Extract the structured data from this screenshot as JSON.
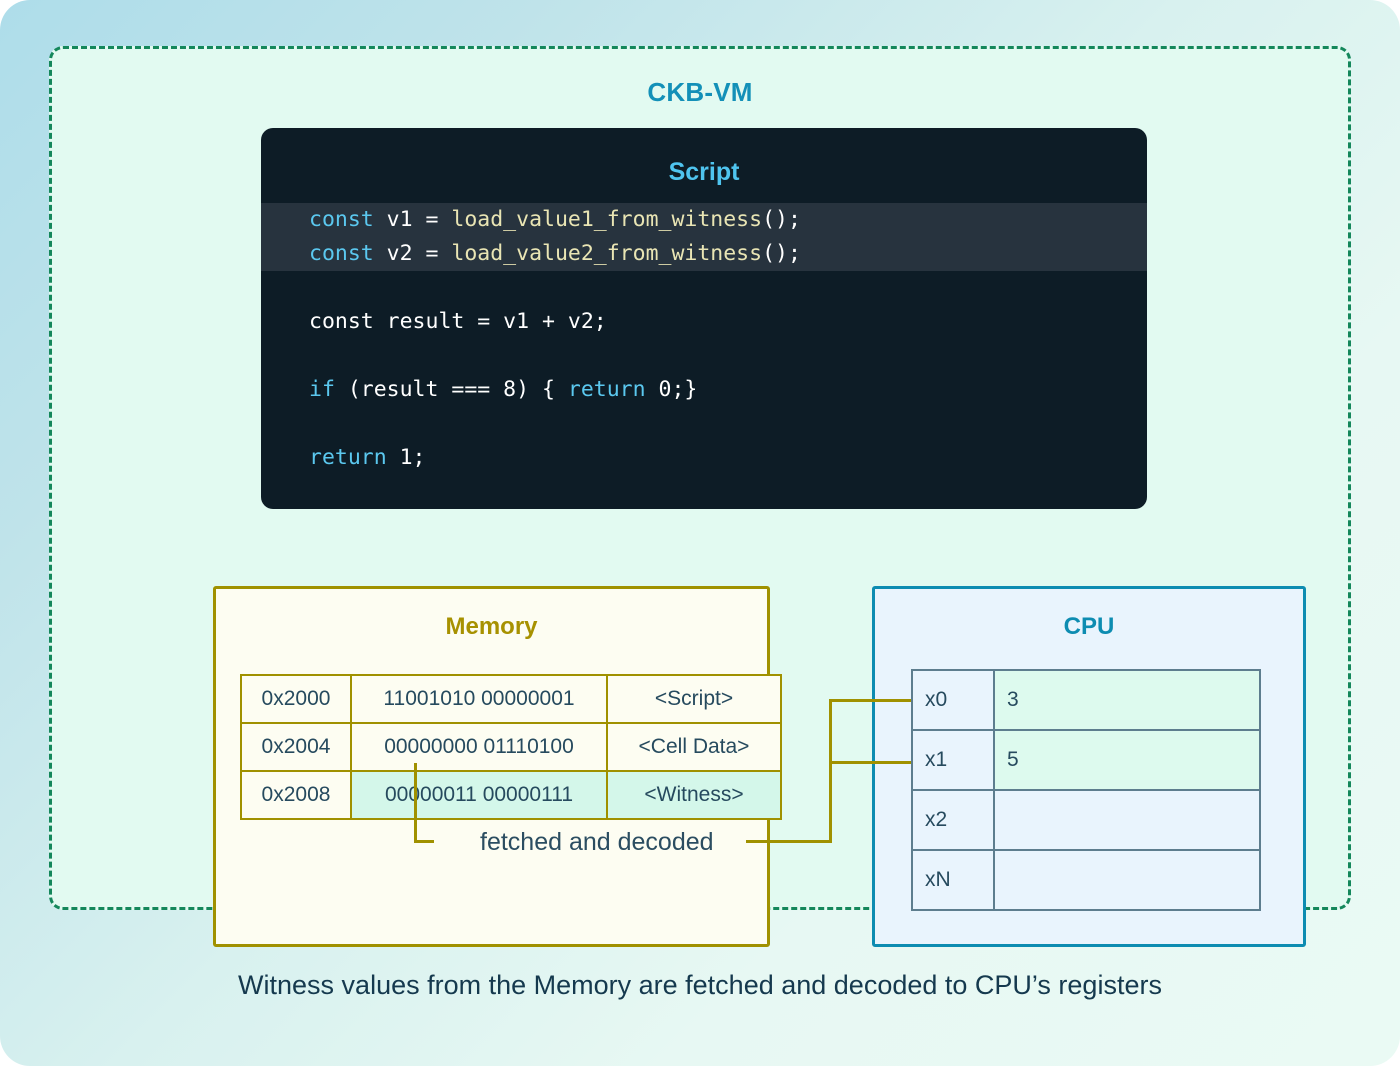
{
  "vm": {
    "title": "CKB-VM"
  },
  "script": {
    "title": "Script",
    "lines": [
      {
        "highlight": true,
        "tokens": [
          {
            "t": "const ",
            "c": "kw"
          },
          {
            "t": "v1 = ",
            "c": "plain"
          },
          {
            "t": "load_value1_from_witness",
            "c": "fn"
          },
          {
            "t": "();",
            "c": "plain"
          }
        ]
      },
      {
        "highlight": true,
        "tokens": [
          {
            "t": "const ",
            "c": "kw"
          },
          {
            "t": "v2 = ",
            "c": "plain"
          },
          {
            "t": "load_value2_from_witness",
            "c": "fn"
          },
          {
            "t": "();",
            "c": "plain"
          }
        ]
      },
      {
        "highlight": false,
        "tokens": []
      },
      {
        "highlight": false,
        "tokens": [
          {
            "t": "const result = v1 + v2;",
            "c": "plain"
          }
        ]
      },
      {
        "highlight": false,
        "tokens": []
      },
      {
        "highlight": false,
        "tokens": [
          {
            "t": "if",
            "c": "kw"
          },
          {
            "t": " (result === 8) { ",
            "c": "plain"
          },
          {
            "t": "return",
            "c": "kw"
          },
          {
            "t": " 0;}",
            "c": "plain"
          }
        ]
      },
      {
        "highlight": false,
        "tokens": []
      },
      {
        "highlight": false,
        "tokens": [
          {
            "t": "return",
            "c": "kw"
          },
          {
            "t": " 1;",
            "c": "plain"
          }
        ]
      }
    ]
  },
  "memory": {
    "title": "Memory",
    "rows": [
      {
        "address": "0x2000",
        "bits": "11001010 00000001",
        "tag": "<Script>",
        "highlight": false
      },
      {
        "address": "0x2004",
        "bits": "00000000 01110100",
        "tag": "<Cell Data>",
        "highlight": false
      },
      {
        "address": "0x2008",
        "bits": "00000011 00000111",
        "tag": "<Witness>",
        "highlight": true
      }
    ]
  },
  "cpu": {
    "title": "CPU",
    "registers": [
      {
        "name": "x0",
        "value": "3",
        "filled": true
      },
      {
        "name": "x1",
        "value": "5",
        "filled": true
      },
      {
        "name": "x2",
        "value": "",
        "filled": false
      },
      {
        "name": "xN",
        "value": "",
        "filled": false
      }
    ]
  },
  "connector": {
    "label": "fetched and decoded"
  },
  "caption": {
    "text": "Witness values from the Memory are fetched and decoded to CPU’s registers"
  },
  "colors": {
    "vm_accent": "#1390b8",
    "memory_accent": "#a79100",
    "cpu_accent": "#0d8cb1",
    "dashed_border": "#14875b",
    "script_bg": "#0d1c26",
    "script_highlight_bg": "#27333e",
    "highlight_mint": "#d4f7ea",
    "text_dark": "#264a5e"
  }
}
